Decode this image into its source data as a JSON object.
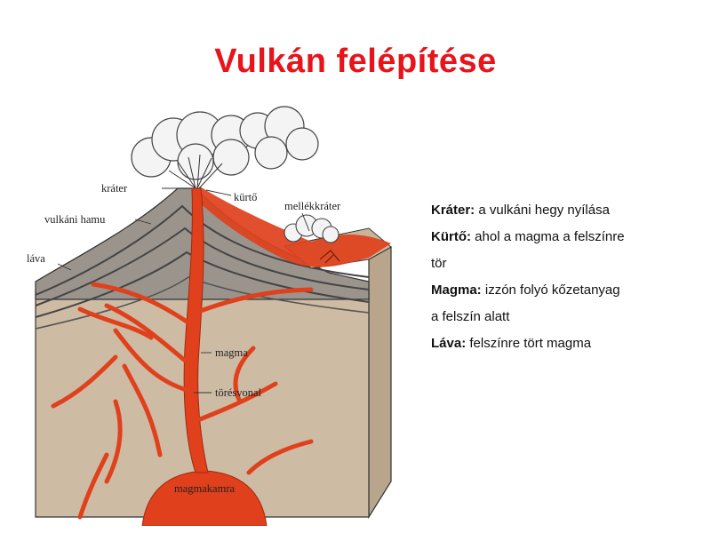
{
  "title": "Vulkán felépítése",
  "diagram": {
    "labels": {
      "krater": "kráter",
      "kurto": "kürtő",
      "mellekkrater": "mellékkráter",
      "vulkani_hamu": "vulkáni hamu",
      "lava": "láva",
      "magma": "magma",
      "toresvonal": "törésvonal",
      "magmakamra": "magmakamra"
    },
    "colors": {
      "magma": "#e0401c",
      "ground": "#cdbba4",
      "mountain": "#9a948c",
      "cloud": "#f4f4f4"
    }
  },
  "definitions": [
    {
      "term": "Kráter:",
      "text": " a vulkáni hegy nyílása"
    },
    {
      "term": "Kürtő:",
      "text": " ahol a magma a felszínre"
    },
    {
      "term": "",
      "text": "tör"
    },
    {
      "term": "Magma:",
      "text": " izzón folyó kőzetanyag"
    },
    {
      "term": "",
      "text": "a felszín alatt"
    },
    {
      "term": "Láva:",
      "text": " felszínre tört magma"
    }
  ]
}
